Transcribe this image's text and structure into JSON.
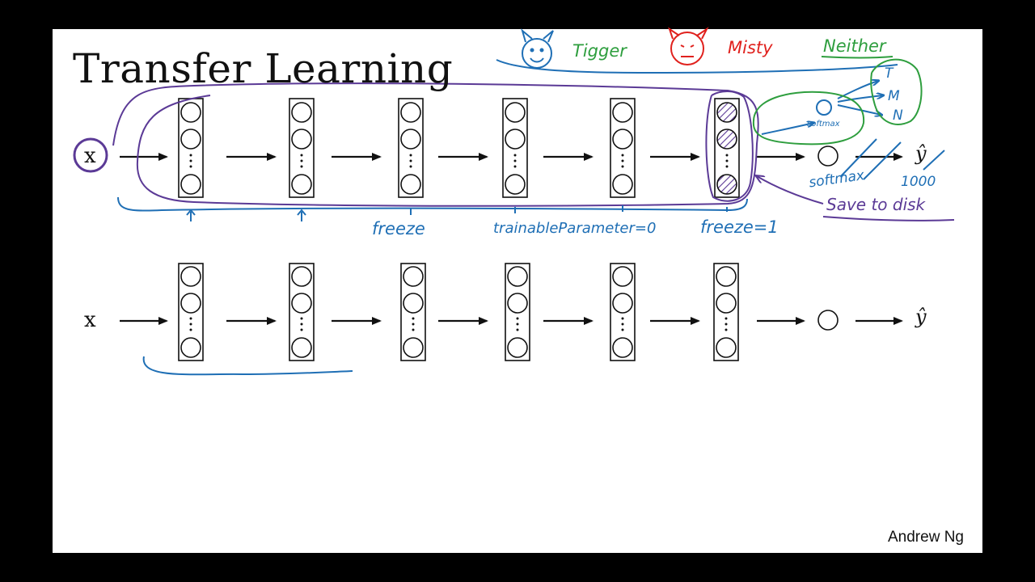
{
  "slide": {
    "title": "Transfer Learning",
    "author": "Andrew Ng"
  },
  "network": {
    "input_label": "x",
    "output_label": "ŷ",
    "hidden_layer_count": 6
  },
  "annotations": {
    "classes": [
      "Tigger",
      "Misty",
      "Neither"
    ],
    "softmax_outputs": [
      "T",
      "M",
      "N"
    ],
    "softmax_small": "softmax",
    "softmax_crossed": "softmax",
    "crossed_units": "1000",
    "freeze_label": "freeze",
    "trainable_label": "trainableParameter=0",
    "freeze_one_label": "freeze=1",
    "save_label": "Save to disk"
  },
  "colors": {
    "purple_ink": "#5b3a96",
    "blue_ink": "#1f6fb5",
    "green_ink": "#2e9e3e",
    "red_ink": "#e0211d",
    "black_ink": "#111111"
  }
}
